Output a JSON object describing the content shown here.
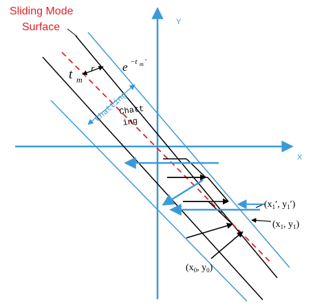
{
  "title_lines": [
    "Sliding Mode",
    "Surface"
  ],
  "axes": {
    "x": "X",
    "y": "Y"
  },
  "labels": {
    "tm": "t",
    "tm_sub": "m",
    "r": "r",
    "exp_base": "e",
    "exp_sup": "−t",
    "exp_sup_sub": "m",
    "exp_prime": "′",
    "chattering_diag": "Chatting",
    "chattering_split_1": "Chatt",
    "chattering_split_2": "ing",
    "pt0": "(x",
    "pt0_sub": "0",
    "pt0_mid": ", y",
    "pt0_sub2": "0",
    "pt0_end": ")",
    "pt1": "(x",
    "pt1_sub": "1",
    "pt1_mid": ", y",
    "pt1_sub2": "1",
    "pt1_end": ")",
    "pt1p": "(x",
    "pt1p_sub": "1",
    "pt1p_mid": "′, y",
    "pt1p_sub2": "1",
    "pt1p_end": "′)"
  },
  "colors": {
    "title": "#e31e24",
    "axis": "#3a9ad9",
    "blue": "#3a9ad9",
    "black": "#000000",
    "red_dash": "#e31e24"
  }
}
